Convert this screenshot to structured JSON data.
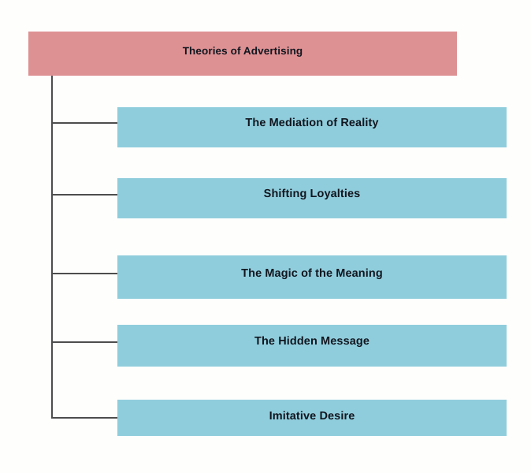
{
  "diagram": {
    "type": "hierarchy-tree",
    "orientation": "vertical-spine-left",
    "background_color": "#fefefd",
    "connector_color": "#4d4d4d",
    "root": {
      "label": "Theories of Advertising",
      "fill_color": "#de9193",
      "text_color": "#11161f"
    },
    "children": [
      {
        "label": "The Mediation of Reality",
        "fill_color": "#90cddc",
        "text_color": "#11161f"
      },
      {
        "label": "Shifting Loyalties",
        "fill_color": "#90cddc",
        "text_color": "#11161f"
      },
      {
        "label": "The Magic of the Meaning",
        "fill_color": "#90cddc",
        "text_color": "#11161f"
      },
      {
        "label": "The Hidden Message",
        "fill_color": "#90cddc",
        "text_color": "#11161f"
      },
      {
        "label": "Imitative Desire",
        "fill_color": "#90cddc",
        "text_color": "#11161f"
      }
    ]
  }
}
